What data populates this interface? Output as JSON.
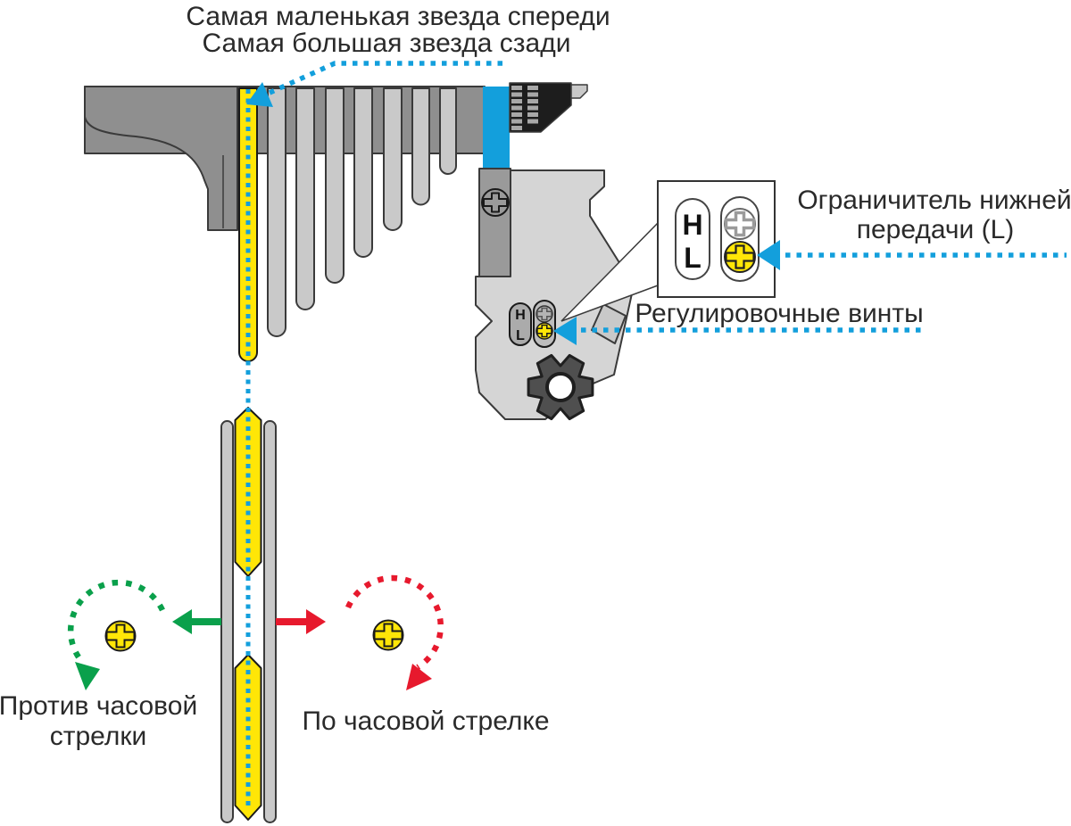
{
  "colors": {
    "accent_blue": "#139FDC",
    "highlight_yellow": "#FFE607",
    "ccw_green": "#0AA04B",
    "cw_red": "#E7192D",
    "text_color": "#2A2A2A",
    "metal_dark": "#8F8F8F",
    "metal_light": "#C9C9C9",
    "body_light": "#D5D5D5",
    "hanger_gray": "#9A9A9A",
    "cog_black": "#1D1D1D",
    "outline_dark": "#3A3A3A"
  },
  "annotations": {
    "front_gear_line1": "Самая маленькая звезда спереди",
    "front_gear_line2": "Самая большая звезда сзади",
    "low_limit_line1": "Ограничитель нижней",
    "low_limit_line2": "передачи (L)",
    "adjusting_screws": "Регулировочные винты",
    "counterclockwise_line1": "Против часовой",
    "counterclockwise_line2": "стрелки",
    "clockwise": "По часовой стрелке"
  },
  "callout": {
    "h_label": "H",
    "l_label": "L"
  },
  "derailleur": {
    "h_label": "H",
    "l_label": "L"
  }
}
